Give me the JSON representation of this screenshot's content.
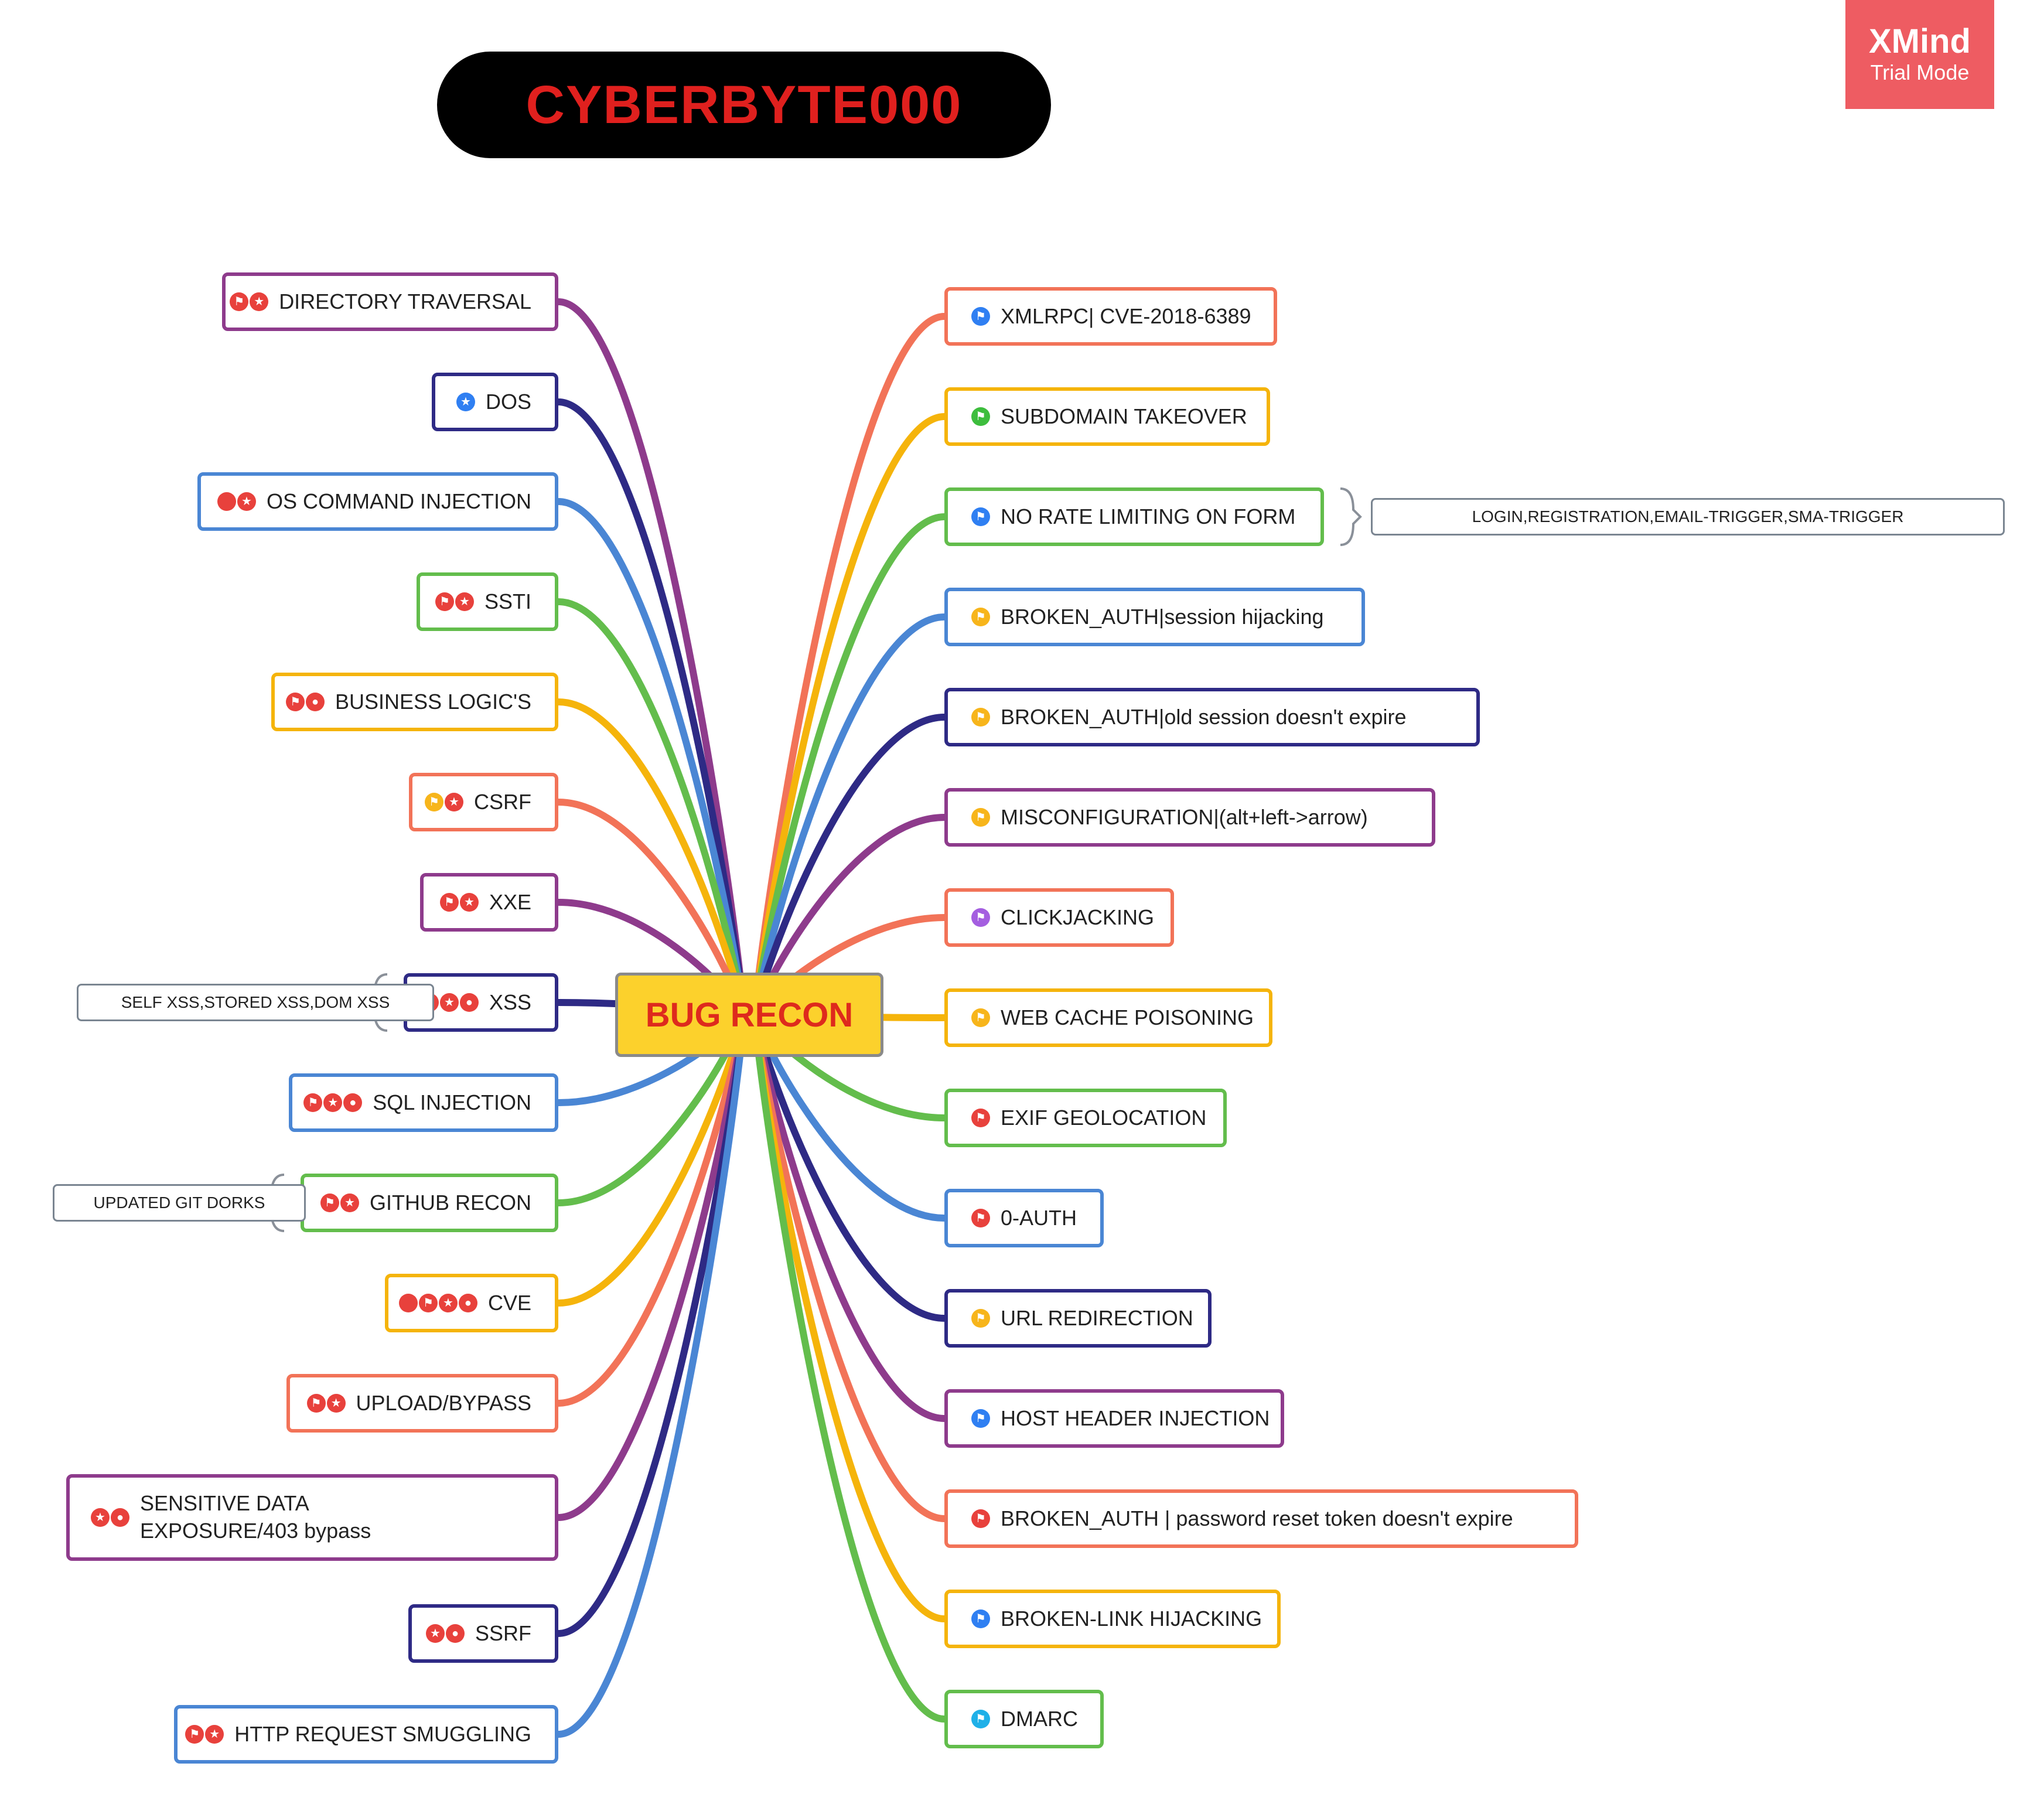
{
  "title": "CYBERBYTE000",
  "badge": {
    "line1": "XMind",
    "line2": "Trial Mode"
  },
  "central_topic": "BUG RECON",
  "colors": {
    "central_fill": "#fcd12c",
    "central_text": "#de2a1d",
    "title_text": "#e0201e",
    "badge_bg": "#ee5c62"
  },
  "left_branches": [
    {
      "label": "DIRECTORY TRAVERSAL",
      "color": "#8e3b8c",
      "icons": [
        "flag-red",
        "star-red"
      ]
    },
    {
      "label": "DOS",
      "color": "#2e2a85",
      "icons": [
        "star-blue"
      ]
    },
    {
      "label": "OS COMMAND INJECTION",
      "color": "#4a86d4",
      "icons": [
        "dot-red",
        "star-red"
      ]
    },
    {
      "label": "SSTI",
      "color": "#63bd4c",
      "icons": [
        "flag-red",
        "star-red"
      ]
    },
    {
      "label": "BUSINESS LOGIC'S",
      "color": "#f5b40b",
      "icons": [
        "flag-red",
        "person-red"
      ]
    },
    {
      "label": "CSRF",
      "color": "#f27358",
      "icons": [
        "flag-yellow",
        "star-red"
      ]
    },
    {
      "label": "XXE",
      "color": "#8e3b8c",
      "icons": [
        "flag-red",
        "star-red"
      ]
    },
    {
      "label": "XSS",
      "color": "#2e2a85",
      "icons": [
        "flag-red",
        "star-red",
        "person-red"
      ],
      "note": "SELF XSS,STORED XSS,DOM XSS"
    },
    {
      "label": "SQL INJECTION",
      "color": "#4a86d4",
      "icons": [
        "flag-red",
        "star-red",
        "person-red"
      ]
    },
    {
      "label": "GITHUB RECON",
      "color": "#63bd4c",
      "icons": [
        "flag-red",
        "star-red"
      ],
      "note": "UPDATED GIT DORKS"
    },
    {
      "label": "CVE",
      "color": "#f5b40b",
      "icons": [
        "dot-red",
        "flag-red",
        "star-red",
        "person-red"
      ]
    },
    {
      "label": "UPLOAD/BYPASS",
      "color": "#f27358",
      "icons": [
        "flag-red",
        "star-red"
      ]
    },
    {
      "label": "SENSITIVE DATA EXPOSURE/403 bypass",
      "color": "#8e3b8c",
      "icons": [
        "star-red",
        "person-red"
      ]
    },
    {
      "label": "SSRF",
      "color": "#2e2a85",
      "icons": [
        "star-red",
        "person-red"
      ]
    },
    {
      "label": "HTTP REQUEST SMUGGLING",
      "color": "#4a86d4",
      "icons": [
        "flag-red",
        "star-red"
      ]
    }
  ],
  "right_branches": [
    {
      "label": "XMLRPC| CVE-2018-6389",
      "color": "#f27358",
      "icons": [
        "flag-blue"
      ]
    },
    {
      "label": "SUBDOMAIN TAKEOVER",
      "color": "#f5b40b",
      "icons": [
        "flag-green"
      ]
    },
    {
      "label": "NO RATE LIMITING ON FORM",
      "color": "#63bd4c",
      "icons": [
        "flag-blue"
      ],
      "note": "LOGIN,REGISTRATION,EMAIL-TRIGGER,SMA-TRIGGER"
    },
    {
      "label": "BROKEN_AUTH|session hijacking",
      "color": "#4a86d4",
      "icons": [
        "flag-yellow"
      ]
    },
    {
      "label": "BROKEN_AUTH|old session doesn't expire",
      "color": "#2e2a85",
      "icons": [
        "flag-yellow"
      ]
    },
    {
      "label": "MISCONFIGURATION|(alt+left->arrow)",
      "color": "#8e3b8c",
      "icons": [
        "flag-yellow"
      ]
    },
    {
      "label": "CLICKJACKING",
      "color": "#f27358",
      "icons": [
        "flag-purple"
      ]
    },
    {
      "label": "WEB CACHE POISONING",
      "color": "#f5b40b",
      "icons": [
        "flag-yellow"
      ]
    },
    {
      "label": "EXIF GEOLOCATION",
      "color": "#63bd4c",
      "icons": [
        "flag-red"
      ]
    },
    {
      "label": "0-AUTH",
      "color": "#4a86d4",
      "icons": [
        "flag-red"
      ]
    },
    {
      "label": "URL REDIRECTION",
      "color": "#2e2a85",
      "icons": [
        "flag-yellow"
      ]
    },
    {
      "label": "HOST HEADER INJECTION",
      "color": "#8e3b8c",
      "icons": [
        "flag-blue"
      ]
    },
    {
      "label": "BROKEN_AUTH | password reset token doesn't expire",
      "color": "#f27358",
      "icons": [
        "flag-red"
      ]
    },
    {
      "label": "BROKEN-LINK HIJACKING",
      "color": "#f5b40b",
      "icons": [
        "flag-blue"
      ]
    },
    {
      "label": "DMARC",
      "color": "#63bd4c",
      "icons": [
        "flag-cyan"
      ]
    }
  ]
}
